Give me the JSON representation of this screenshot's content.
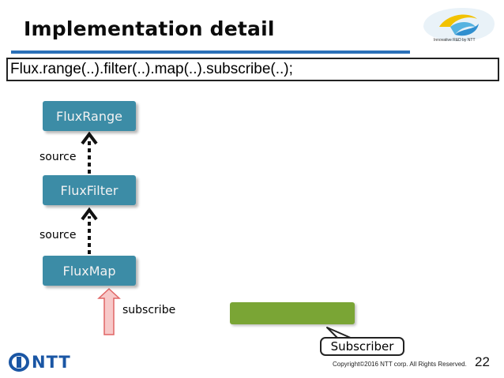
{
  "header": {
    "title": "Implementation detail",
    "logo_caption": "Innovative R&D by NTT",
    "accent_color": "#2a70b8"
  },
  "code": {
    "text": "Flux.range(..).filter(..).map(..).subscribe(..);"
  },
  "diagram": {
    "nodes": [
      {
        "id": "range",
        "label": "FluxRange"
      },
      {
        "id": "filter",
        "label": "FluxFilter"
      },
      {
        "id": "map",
        "label": "FluxMap"
      }
    ],
    "edges": [
      {
        "from": "filter",
        "to": "range",
        "label": "source",
        "style": "dotted"
      },
      {
        "from": "map",
        "to": "filter",
        "label": "source",
        "style": "dotted"
      }
    ],
    "subscribe_label": "subscribe",
    "subscriber_label": "Subscriber",
    "node_color": "#3c8ca6",
    "subscriber_box_color": "#7aa535",
    "subscribe_arrow_color": "#e06666"
  },
  "footer": {
    "brand": "NTT",
    "copyright": "Copyright©2016 NTT corp. All Rights Reserved.",
    "page_number": "22"
  }
}
